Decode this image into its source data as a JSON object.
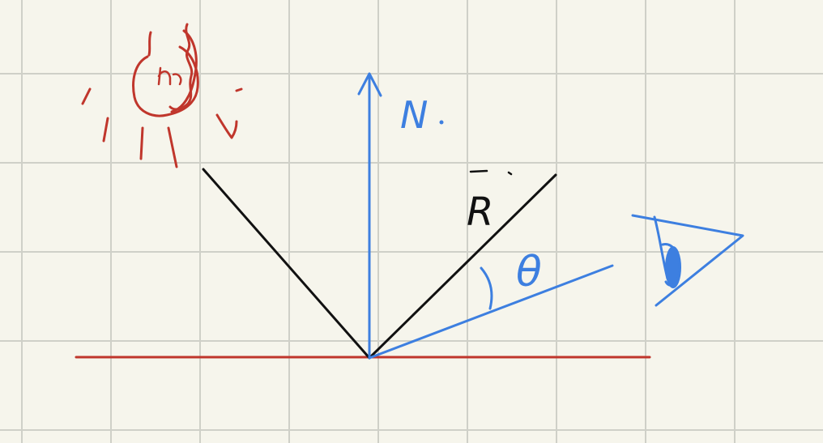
{
  "diagram": {
    "labels": {
      "normal": "N",
      "reflection": "R",
      "angle": "θ"
    },
    "colors": {
      "background": "#f6f5ec",
      "grid": "#cfd0c8",
      "surface_and_sun": "#c0362c",
      "normal_and_view": "#3d7fe0",
      "light_rays": "#111111"
    },
    "icons": [
      "sun-icon",
      "eye-icon"
    ]
  }
}
